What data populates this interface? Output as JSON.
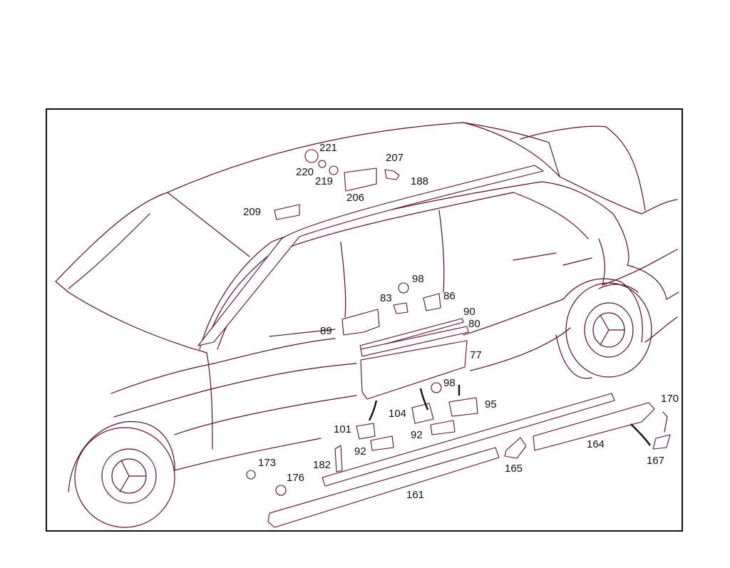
{
  "diagram": {
    "labels": {
      "p221": "221",
      "p220": "220",
      "p219": "219",
      "p207": "207",
      "p188": "188",
      "p206": "206",
      "p209": "209",
      "p98a": "98",
      "p83": "83",
      "p86": "86",
      "p90": "90",
      "p89": "89",
      "p80": "80",
      "p77": "77",
      "p98b": "98",
      "p104": "104",
      "p95": "95",
      "p101": "101",
      "p92a": "92",
      "p92b": "92",
      "p170": "170",
      "p164": "164",
      "p167": "167",
      "p173": "173",
      "p182": "182",
      "p176": "176",
      "p165": "165",
      "p161": "161"
    }
  }
}
